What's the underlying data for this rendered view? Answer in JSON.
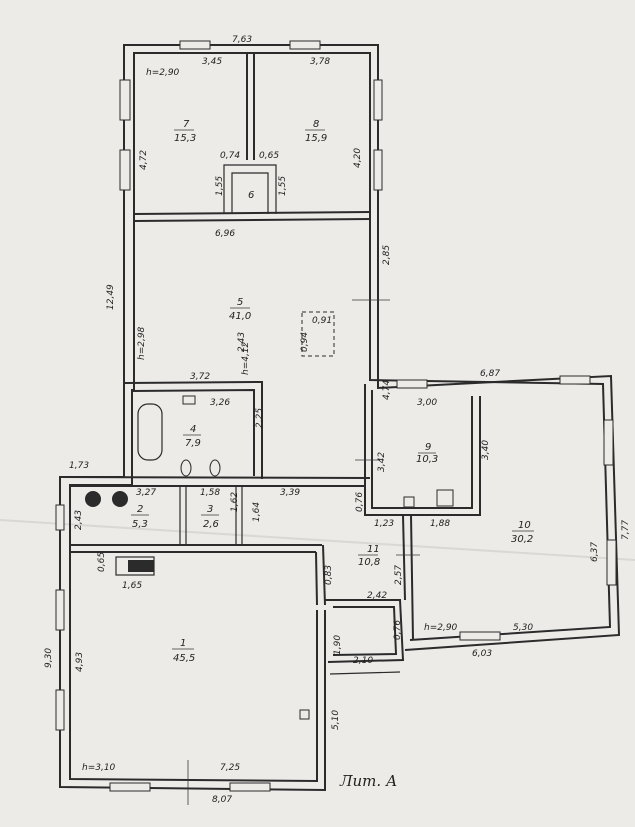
{
  "title": "Лит. А",
  "overall": {
    "top_width": "7,63",
    "left_length": "12,49",
    "bottom_width": "8,07",
    "right_wall_mid": "2,85",
    "right_wall_low": "4,74",
    "east_top": "6,87",
    "east_right": "7,77",
    "east_bottom": "6,03",
    "left_low": "9,30",
    "vestibule_dim": "1,73",
    "hall_sub": "3,39",
    "porch_side": "5,10"
  },
  "rooms": [
    {
      "num": "1",
      "area": "45,5",
      "dims": [
        "4,93",
        "7,25",
        "1,65",
        "0,65",
        "0,83"
      ],
      "height": "h=3,10"
    },
    {
      "num": "2",
      "area": "5,3",
      "dims": [
        "3,27",
        "2,43",
        "1,62"
      ]
    },
    {
      "num": "3",
      "area": "2,6",
      "dims": [
        "1,58",
        "1,62",
        "1,64"
      ]
    },
    {
      "num": "4",
      "area": "7,9",
      "dims": [
        "3,72",
        "3,26",
        "2,43",
        "2,25"
      ]
    },
    {
      "num": "5",
      "area": "41,0",
      "dims": [
        "6,96",
        "2,98",
        "0,94",
        "0,91"
      ],
      "height": "h=2,98"
    },
    {
      "num": "6",
      "area": "",
      "dims": [
        "0,74",
        "0,65",
        "1,55",
        "1,55"
      ]
    },
    {
      "num": "7",
      "area": "15,3",
      "dims": [
        "3,45",
        "4,72"
      ],
      "height": "h=2,90"
    },
    {
      "num": "8",
      "area": "15,9",
      "dims": [
        "3,78",
        "4,20"
      ]
    },
    {
      "num": "9",
      "area": "10,3",
      "dims": [
        "3,00",
        "3,42",
        "3,40",
        "1,23",
        "1,88"
      ]
    },
    {
      "num": "10",
      "area": "30,2",
      "dims": [
        "5,30",
        "6,37"
      ],
      "height": "h=2,90"
    },
    {
      "num": "11",
      "area": "10,8",
      "dims": [
        "2,57",
        "2,42",
        "2,10",
        "1,90",
        "0,76",
        "0,76"
      ]
    }
  ],
  "extra_height": "h=4,12"
}
